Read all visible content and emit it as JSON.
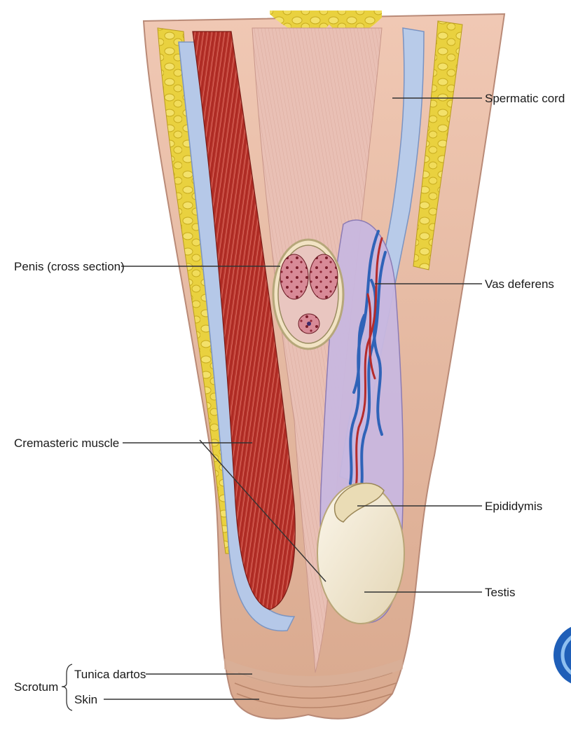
{
  "labels": {
    "spermatic_cord": "Spermatic cord",
    "penis_cross_section": "Penis (cross section)",
    "vas_deferens": "Vas deferens",
    "cremasteric_muscle": "Cremasteric muscle",
    "epididymis": "Epididymis",
    "testis": "Testis",
    "scrotum": "Scrotum",
    "tunica_dartos": "Tunica dartos",
    "skin": "Skin"
  },
  "colors": {
    "fat": "#e8cf3a",
    "muscle": "#b8322e",
    "fascia": "#e6b8ad",
    "cord_sheath": "#a9c0e3",
    "vein": "#2f63b8",
    "testis": "#efe6cf",
    "skin": "#e3b79a"
  }
}
